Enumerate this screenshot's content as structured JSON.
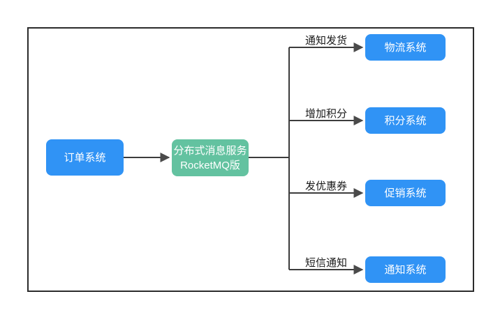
{
  "diagram": {
    "background_color": "#ffffff",
    "frame_color": "#2b2b2b",
    "line_color": "#3c3c3c",
    "arrowhead_color": "#4a4a4a",
    "edge_label_color": "#1a1a1a",
    "nodes": {
      "order": {
        "label": "订单系统",
        "color": "#3093f5",
        "text_color": "#ffffff"
      },
      "mq": {
        "label_line1": "分布式消息服务",
        "label_line2": "RocketMQ版",
        "color": "#63c2a0",
        "text_color": "#ffffff"
      },
      "logistics": {
        "label": "物流系统",
        "color": "#3093f5",
        "text_color": "#ffffff"
      },
      "points": {
        "label": "积分系统",
        "color": "#3093f5",
        "text_color": "#ffffff"
      },
      "promotion": {
        "label": "促销系统",
        "color": "#3093f5",
        "text_color": "#ffffff"
      },
      "notification": {
        "label": "通知系统",
        "color": "#3093f5",
        "text_color": "#ffffff"
      }
    },
    "edges": [
      {
        "from": "order",
        "to": "mq",
        "label": ""
      },
      {
        "from": "mq",
        "to": "logistics",
        "label": "通知发货"
      },
      {
        "from": "mq",
        "to": "points",
        "label": "增加积分"
      },
      {
        "from": "mq",
        "to": "promotion",
        "label": "发优惠券"
      },
      {
        "from": "mq",
        "to": "notification",
        "label": "短信通知"
      }
    ]
  }
}
